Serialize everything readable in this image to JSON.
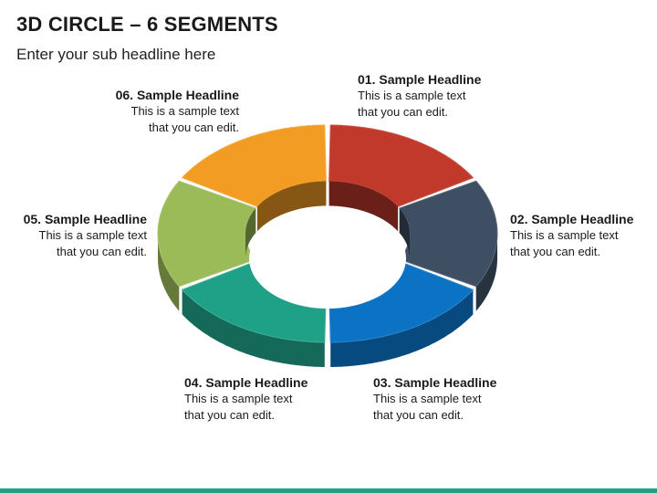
{
  "title": "3D CIRCLE – 6 SEGMENTS",
  "subtitle": "Enter your sub headline here",
  "segments": [
    {
      "headline": "01. Sample Headline",
      "line1": "This is a sample text",
      "line2": "that you can edit.",
      "color": "#C0392B"
    },
    {
      "headline": "02. Sample Headline",
      "line1": "This is a sample text",
      "line2": "that you can edit.",
      "color": "#3E4E63"
    },
    {
      "headline": "03. Sample Headline",
      "line1": "This is a sample text",
      "line2": "that you can edit.",
      "color": "#0B72C4"
    },
    {
      "headline": "04. Sample Headline",
      "line1": "This is a sample text",
      "line2": "that you can edit.",
      "color": "#1FA187"
    },
    {
      "headline": "05. Sample Headline",
      "line1": "This is a sample text",
      "line2": "that you can edit.",
      "color": "#9BBB59"
    },
    {
      "headline": "06. Sample Headline",
      "line1": "This is a sample text",
      "line2": "that you can edit.",
      "color": "#F39C24"
    }
  ],
  "footer_color": "#1FA187"
}
